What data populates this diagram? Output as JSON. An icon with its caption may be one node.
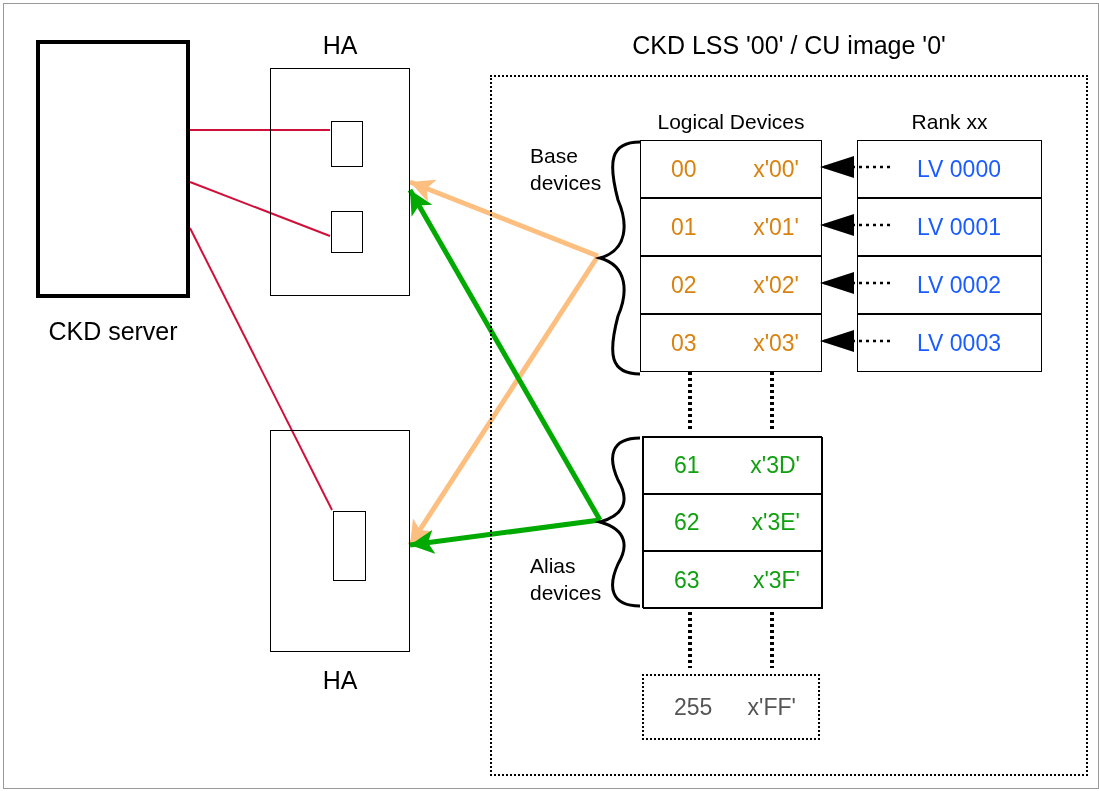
{
  "diagram": {
    "nodes": [
      {
        "text": [],
        "shape": "box",
        "beside": [
          "CKD server"
        ]
      },
      {
        "text": [
          "HA"
        ]
      },
      {
        "text": [],
        "shape": "box",
        "in": 1
      },
      {
        "text": [],
        "shape": "box",
        "in": 1
      },
      {
        "text": [
          "HA"
        ]
      },
      {
        "text": [],
        "shape": "box",
        "in": 4
      },
      {
        "text": [
          "CKD LSS '00' / CU image '0'"
        ]
      },
      {
        "text": [
          "Base devices"
        ],
        "in": 6
      },
      {
        "text": [
          "Alias devices"
        ],
        "in": 6
      },
      {
        "text": [
          "Logical Devices"
        ],
        "in": 6
      },
      {
        "text": [
          "00",
          "x'00'"
        ],
        "in": 9
      },
      {
        "text": [
          "01",
          "x'01'"
        ],
        "in": 9
      },
      {
        "text": [
          "02",
          "x'02'"
        ],
        "in": 9
      },
      {
        "text": [
          "03",
          "x'03'"
        ],
        "in": 9
      },
      {
        "text": [
          "Rank xx"
        ],
        "in": 6
      },
      {
        "text": [
          "LV 0000"
        ],
        "in": 14
      },
      {
        "text": [
          "LV 0001"
        ],
        "in": 14
      },
      {
        "text": [
          "LV 0002"
        ],
        "in": 14
      },
      {
        "text": [
          "LV 0003"
        ],
        "in": 14
      },
      {
        "text": [],
        "shape": "box",
        "in": 6
      },
      {
        "text": [
          "61",
          "x'3D'"
        ],
        "in": 19
      },
      {
        "text": [
          "62",
          "x'3E'"
        ],
        "in": 19
      },
      {
        "text": [
          "63",
          "x'3F'"
        ],
        "in": 19
      },
      {
        "text": [
          "255",
          "x'FF'"
        ],
        "in": 6
      }
    ],
    "edges": [
      {
        "from": 0,
        "to": 2,
        "arrow": "none",
        "color": "#d0103a"
      },
      {
        "from": 0,
        "to": 3,
        "arrow": "none",
        "color": "#d0103a"
      },
      {
        "from": 0,
        "to": 5,
        "arrow": "none",
        "color": "#d0103a"
      },
      {
        "from": 7,
        "to": 1,
        "arrow": "to",
        "style": "thick",
        "color": "#fdbf80"
      },
      {
        "from": 7,
        "to": 4,
        "arrow": "to",
        "style": "thick",
        "color": "#fdbf80"
      },
      {
        "from": 8,
        "to": 1,
        "arrow": "to",
        "style": "thick",
        "color": "#00aa00"
      },
      {
        "from": 8,
        "to": 4,
        "arrow": "to",
        "style": "thick",
        "color": "#00aa00"
      },
      {
        "from": 15,
        "to": 10,
        "arrow": "to",
        "style": "dashed"
      },
      {
        "from": 16,
        "to": 11,
        "arrow": "to",
        "style": "dashed"
      },
      {
        "from": 17,
        "to": 12,
        "arrow": "to",
        "style": "dashed"
      },
      {
        "from": 18,
        "to": 13,
        "arrow": "to",
        "style": "dashed"
      }
    ]
  }
}
